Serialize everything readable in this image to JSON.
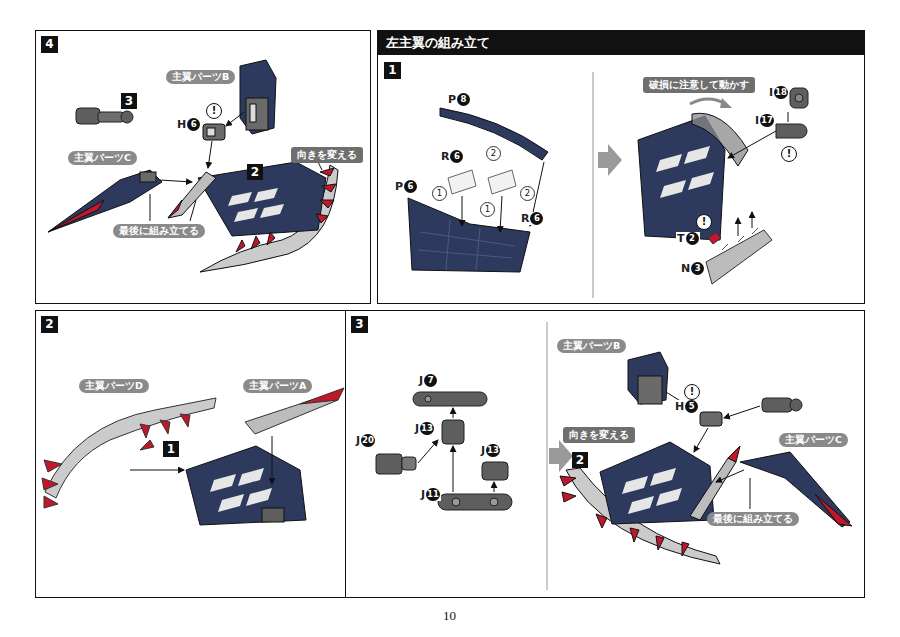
{
  "diagram": {
    "nodes": [
      {
        "text": [
          "4"
        ]
      },
      {
        "text": [
          "主翼パーツB"
        ],
        "in": 0
      },
      {
        "text": [
          "主翼パーツC"
        ],
        "in": 0
      },
      {
        "text": [
          "向きを変える"
        ],
        "in": 0
      },
      {
        "text": [
          "最後に組み立てる"
        ],
        "in": 0
      },
      {
        "text": [
          "左主翼の組み立て",
          "1"
        ]
      },
      {
        "text": [
          "破損に注意して動かす"
        ],
        "in": 5
      },
      {
        "text": [
          "2"
        ]
      },
      {
        "text": [
          "主翼パーツD"
        ],
        "in": 7
      },
      {
        "text": [
          "主翼パーツA"
        ],
        "in": 7
      },
      {
        "text": [
          "3"
        ]
      },
      {
        "text": [
          "主翼パーツB"
        ],
        "in": 10
      },
      {
        "text": [
          "向きを変える"
        ],
        "in": 10
      },
      {
        "text": [
          "主翼パーツC"
        ],
        "in": 10
      },
      {
        "text": [
          "最後に組み立てる"
        ],
        "in": 10
      }
    ],
    "labels": [
      "3",
      "H6",
      "!",
      "2",
      "P8",
      "R6",
      "2",
      "1",
      "2",
      "1",
      "P6",
      "R6",
      "I18",
      "I17",
      "!",
      "!",
      "T2",
      "N3",
      "1",
      "J7",
      "J13",
      "J20",
      "J13",
      "J11",
      "!",
      "H5",
      "2",
      "10"
    ]
  }
}
